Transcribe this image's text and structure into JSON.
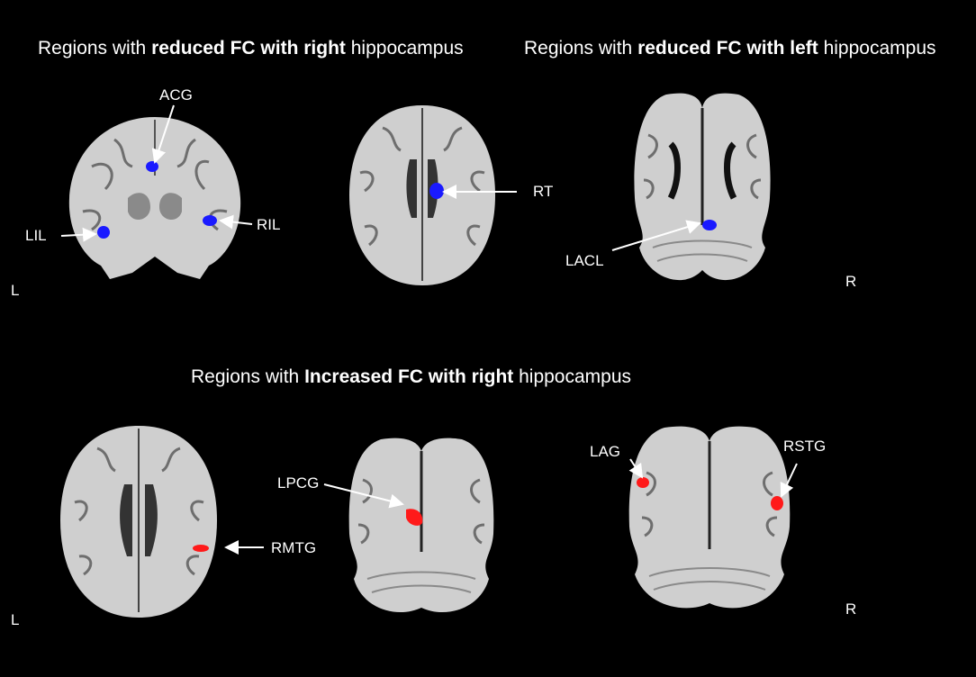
{
  "headings": {
    "top_left": {
      "pre": "Regions with ",
      "bold": "reduced FC with right",
      "post": " hippocampus"
    },
    "top_right": {
      "pre": "Regions with ",
      "bold": "reduced FC with left",
      "post": " hippocampus"
    },
    "bottom": {
      "pre": "Regions with ",
      "bold": "Increased FC with right",
      "post": " hippocampus"
    }
  },
  "orientation": {
    "top_left_label": "L",
    "top_right_label": "R",
    "bottom_left_label": "L",
    "bottom_right_label": "R"
  },
  "regions_reduced": [
    {
      "abbr": "ACG",
      "color": "blue"
    },
    {
      "abbr": "LIL",
      "color": "blue"
    },
    {
      "abbr": "RIL",
      "color": "blue"
    },
    {
      "abbr": "RT",
      "color": "blue"
    },
    {
      "abbr": "LACL",
      "color": "blue"
    }
  ],
  "regions_increased": [
    {
      "abbr": "RMTG",
      "color": "red"
    },
    {
      "abbr": "LPCG",
      "color": "red"
    },
    {
      "abbr": "LAG",
      "color": "red"
    },
    {
      "abbr": "RSTG",
      "color": "red"
    }
  ],
  "colors": {
    "background": "#000000",
    "reduced": "#1a1aff",
    "increased": "#ff1a1a",
    "tissue": "#cfcfcf",
    "sulci": "#6e6e6e"
  }
}
